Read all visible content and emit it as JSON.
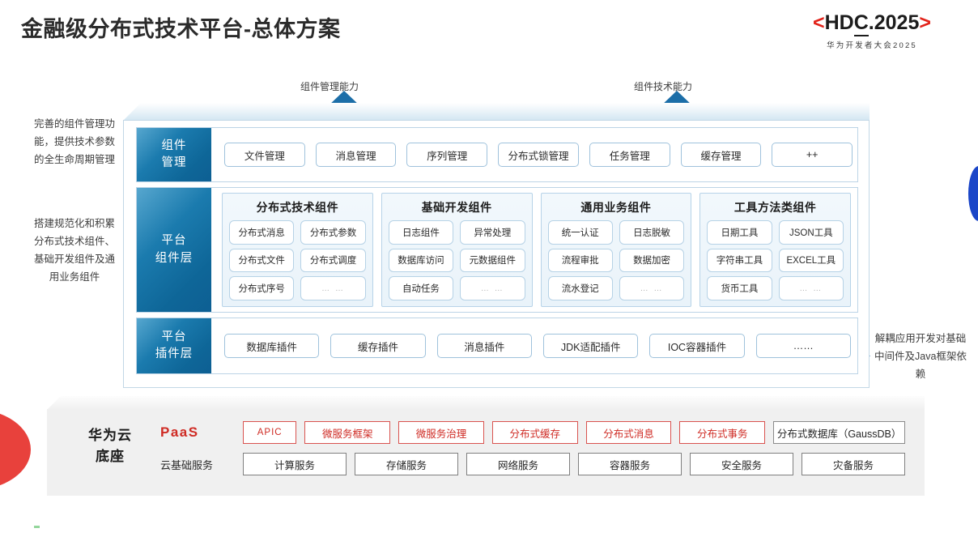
{
  "header": {
    "title": "金融级分布式技术平台-总体方案",
    "logo_bracket_left": "<",
    "logo_text_h": "HD",
    "logo_text_c": "C",
    "logo_text_rest": ".2025",
    "logo_bracket_right": ">",
    "logo_subtitle": "华为开发者大会2025"
  },
  "arrows": [
    {
      "label": "组件管理能力"
    },
    {
      "label": "组件技术能力"
    }
  ],
  "left_annotations": [
    {
      "text": "完善的组件管理功能，提供技术参数的全生命周期管理"
    },
    {
      "text": "搭建规范化和积累分布式技术组件、基础开发组件及通用业务组件"
    }
  ],
  "right_annotations": [
    {
      "text": "解耦应用开发对基础中间件及Java框架依赖"
    }
  ],
  "rows": {
    "manage": {
      "layer_label": "组件\n管理",
      "items": [
        "文件管理",
        "消息管理",
        "序列管理",
        "分布式锁管理",
        "任务管理",
        "缓存管理",
        "++"
      ]
    },
    "component": {
      "layer_label": "平台\n组件层",
      "groups": [
        {
          "title": "分布式技术组件",
          "cells": [
            "分布式消息",
            "分布式参数",
            "分布式文件",
            "分布式调度",
            "分布式序号",
            "… …"
          ]
        },
        {
          "title": "基础开发组件",
          "cells": [
            "日志组件",
            "异常处理",
            "数据库访问",
            "元数据组件",
            "自动任务",
            "… …"
          ]
        },
        {
          "title": "通用业务组件",
          "cells": [
            "统一认证",
            "日志脱敏",
            "流程审批",
            "数据加密",
            "流水登记",
            "… …"
          ]
        },
        {
          "title": "工具方法类组件",
          "cells": [
            "日期工具",
            "JSON工具",
            "字符串工具",
            "EXCEL工具",
            "货币工具",
            "… …"
          ]
        }
      ]
    },
    "plugin": {
      "layer_label": "平台\n插件层",
      "items": [
        "数据库插件",
        "缓存插件",
        "消息插件",
        "JDK适配插件",
        "IOC容器插件",
        "……"
      ]
    }
  },
  "base": {
    "title": "华为云\n底座",
    "paas_label": "PaaS",
    "cloud_label": "云基础服务",
    "paas_items": [
      "APIC",
      "微服务框架",
      "微服务治理",
      "分布式缓存",
      "分布式消息",
      "分布式事务",
      "分布式数据库（GaussDB）"
    ],
    "cloud_items": [
      "计算服务",
      "存储服务",
      "网络服务",
      "容器服务",
      "安全服务",
      "灾备服务"
    ]
  },
  "colors": {
    "accent_blue": "#0e6698",
    "accent_red": "#cf2b24",
    "brand_red": "#e2231a",
    "lens_blue": "#1b46c8"
  }
}
